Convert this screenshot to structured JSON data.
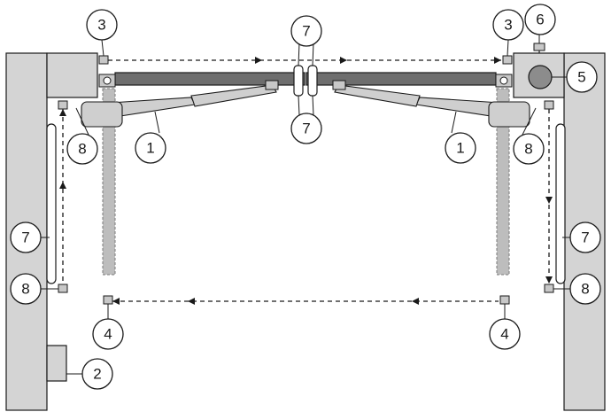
{
  "callouts": {
    "c1_left": "1",
    "c1_right": "1",
    "c2": "2",
    "c3_left": "3",
    "c3_right": "3",
    "c4_left": "4",
    "c4_right": "4",
    "c5": "5",
    "c6": "6",
    "c7_top": "7",
    "c7_mid": "7",
    "c7_left": "7",
    "c7_right": "7",
    "c8_top_left": "8",
    "c8_top_right": "8",
    "c8_bottom_left": "8",
    "c8_bottom_right": "8"
  },
  "colors": {
    "wall": "#d4d4d4",
    "gate_leaf": "#6e6e6e",
    "line": "#1a1a1a"
  }
}
